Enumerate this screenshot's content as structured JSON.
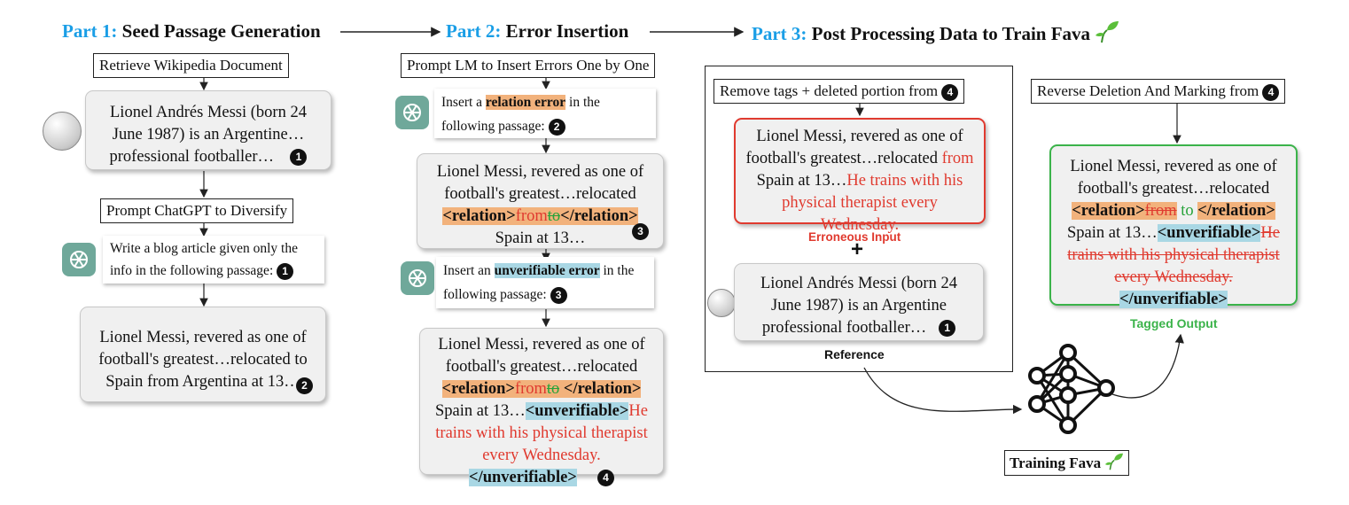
{
  "part1": {
    "num": "Part 1:",
    "title": "Seed Passage Generation"
  },
  "part2": {
    "num": "Part 2:",
    "title": "Error Insertion"
  },
  "part3": {
    "num": "Part 3:",
    "title": "Post Processing Data to Train Fava"
  },
  "p1": {
    "retrieve": "Retrieve Wikipedia Document",
    "doc_l1": "Lionel Andrés Messi (born 24",
    "doc_l2": "June 1987) is an Argentine…",
    "doc_l3": "professional footballer…",
    "diversify": "Prompt ChatGPT to Diversify",
    "prompt_l1": "Write a blog article given only the",
    "prompt_l2": "info in the following passage:",
    "out_l1": "Lionel Messi, revered as one of",
    "out_l2": "football's greatest…relocated to",
    "out_l3": "Spain from Argentina at 13…"
  },
  "p2": {
    "header": "Prompt LM to Insert Errors One by One",
    "ins1_a": "Insert a ",
    "ins1_hl": "relation error",
    "ins1_b": " in the",
    "ins1_c": "following passage:",
    "box1_l1": "Lionel Messi, revered as one of",
    "box1_l2": "football's greatest…relocated",
    "rel_open": "<relation>",
    "from": "from",
    "to": "to",
    "rel_close": "</relation>",
    "box1_l4": "Spain at 13…",
    "ins2_a": "Insert an ",
    "ins2_hl": "unverifiable error",
    "ins2_b": " in the",
    "ins2_c": "following passage:",
    "box2_l1": "Lionel Messi, revered as one of",
    "box2_l2": "football's greatest…relocated",
    "box2_l4a": "Spain at 13…",
    "unv_open": "<unverifiable>",
    "he": "He",
    "box2_red1": "trains with his physical therapist",
    "box2_red2": "every Wednesday.",
    "unv_close": "</unverifiable>"
  },
  "p3": {
    "remove": "Remove tags + deleted portion from",
    "err_l1": "Lionel Messi, revered as one of",
    "err_l2a": "football's greatest…relocated ",
    "err_l2b": "from",
    "err_l3a": "Spain at 13…",
    "err_l3b": "He trains with his",
    "err_l4": "physical therapist every",
    "err_l5": "Wednesday.",
    "erroneous": "Erroneous Input",
    "plus": "+",
    "ref_l1": "Lionel Andrés Messi (born 24",
    "ref_l2": "June 1987) is an Argentine",
    "ref_l3": "professional footballer…",
    "reference": "Reference",
    "reverse": "Reverse Deletion And Marking from",
    "tag_l1": "Lionel Messi, revered as one of",
    "tag_l2": "football's greatest…relocated",
    "tag_from": "from",
    "tag_to": "to",
    "tag_l4a": "Spain at 13…",
    "tag_red1": "He",
    "tag_red2": "trains with his physical therapist",
    "tag_red3": "every Wednesday.",
    "tagged": "Tagged Output",
    "training": "Training Fava"
  },
  "badges": {
    "one": "1",
    "two": "2",
    "three": "3",
    "four": "4"
  },
  "colors": {
    "part_blue": "#1a9ee6",
    "error_red": "#e03a2f",
    "ok_green": "#3bb34a",
    "relation_orange": "#f2b27c",
    "unverifiable_blue": "#a9d7e4"
  },
  "icons": [
    "wikipedia-globe-icon",
    "chatgpt-logo-icon",
    "sprout-icon",
    "neural-network-icon"
  ]
}
